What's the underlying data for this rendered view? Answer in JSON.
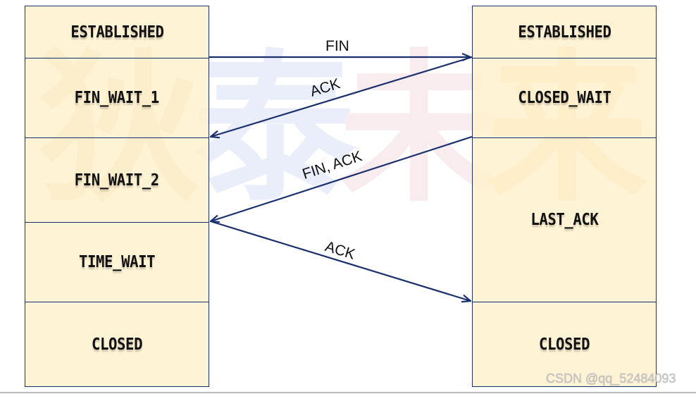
{
  "watermark": {
    "characters": [
      "狄",
      "泰",
      "未",
      "来"
    ],
    "colors": [
      "#efe3c4",
      "#e9eefa",
      "#f8ecee",
      "#f6e0c4"
    ]
  },
  "client": {
    "states": [
      "ESTABLISHED",
      "FIN_WAIT_1",
      "FIN_WAIT_2",
      "TIME_WAIT",
      "CLOSED"
    ]
  },
  "server": {
    "states": [
      "ESTABLISHED",
      "CLOSED_WAIT",
      "LAST_ACK",
      "CLOSED"
    ]
  },
  "messages": [
    {
      "label": "FIN",
      "from": "client",
      "to": "server"
    },
    {
      "label": "ACK",
      "from": "server",
      "to": "client"
    },
    {
      "label": "FIN, ACK",
      "from": "server",
      "to": "client"
    },
    {
      "label": "ACK",
      "from": "client",
      "to": "server"
    }
  ],
  "colors": {
    "state_fill": "#fff0cc",
    "border": "#1f2f6b",
    "arrow": "#1a2f6e"
  },
  "credit": "CSDN @qq_52484093"
}
